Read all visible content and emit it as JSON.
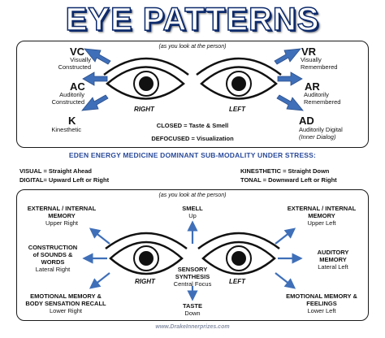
{
  "title": "EYE PATTERNS",
  "top_panel": {
    "subtitle": "(as you look at the person)",
    "vc": {
      "code": "VC",
      "desc1": "Visually",
      "desc2": "Constructed"
    },
    "ac": {
      "code": "AC",
      "desc1": "Auditorily",
      "desc2": "Constructed"
    },
    "k": {
      "code": "K",
      "desc1": "Kinesthetic"
    },
    "vr": {
      "code": "VR",
      "desc1": "Visually",
      "desc2": "Remembered"
    },
    "ar": {
      "code": "AR",
      "desc1": "Auditorily",
      "desc2": "Remembered"
    },
    "ad": {
      "code": "AD",
      "desc1": "Auditorily Digital",
      "desc2": "(Inner Dialog)"
    },
    "right_label": "RIGHT",
    "left_label": "LEFT",
    "closed": "CLOSED = Taste & Smell",
    "defocused": "DEFOCUSED = Visualization"
  },
  "stress": {
    "heading": "EDEN ENERGY MEDICINE DOMINANT SUB-MODALITY UNDER STRESS:",
    "visual": "VISUAL  =  Straight  Ahead",
    "digital": "DIGITAL= Upward Left or Right",
    "kinesthetic": "KINESTHETIC  =  Straight  Down",
    "tonal": "TONAL = Downward Left or Right"
  },
  "bottom_panel": {
    "subtitle": "(as you look at the person)",
    "ext_int_right": {
      "line1": "EXTERNAL / INTERNAL",
      "line2": "MEMORY",
      "line3": "Upper Right"
    },
    "smell": {
      "line1": "SMELL",
      "line2": "Up"
    },
    "ext_int_left": {
      "line1": "EXTERNAL / INTERNAL",
      "line2": "MEMORY",
      "line3": "Upper Left"
    },
    "construction": {
      "line1": "CONSTRUCTION",
      "line2": "of SOUNDS &",
      "line3": "WORDS",
      "line4": "Lateral Right"
    },
    "auditory": {
      "line1": "AUDITORY",
      "line2": "MEMORY",
      "line3": "Lateral Left"
    },
    "sensory": {
      "line1": "SENSORY",
      "line2": "SYNTHESIS",
      "line3": "Central Focus"
    },
    "emotional_body": {
      "line1": "EMOTIONAL MEMORY &",
      "line2": "BODY SENSATION RECALL",
      "line3": "Lower Right"
    },
    "taste": {
      "line1": "TASTE",
      "line2": "Down"
    },
    "emotional_feelings": {
      "line1": "EMOTIONAL MEMORY &",
      "line2": "FEELINGS",
      "line3": "Lower Left"
    },
    "right_label": "RIGHT",
    "left_label": "LEFT"
  },
  "footer": "www.DrakeInnerprizes.com",
  "colors": {
    "title_outline": "#0d2a6b",
    "arrow_blue": "#3f6fb8",
    "heading_blue": "#2a4b9b"
  }
}
